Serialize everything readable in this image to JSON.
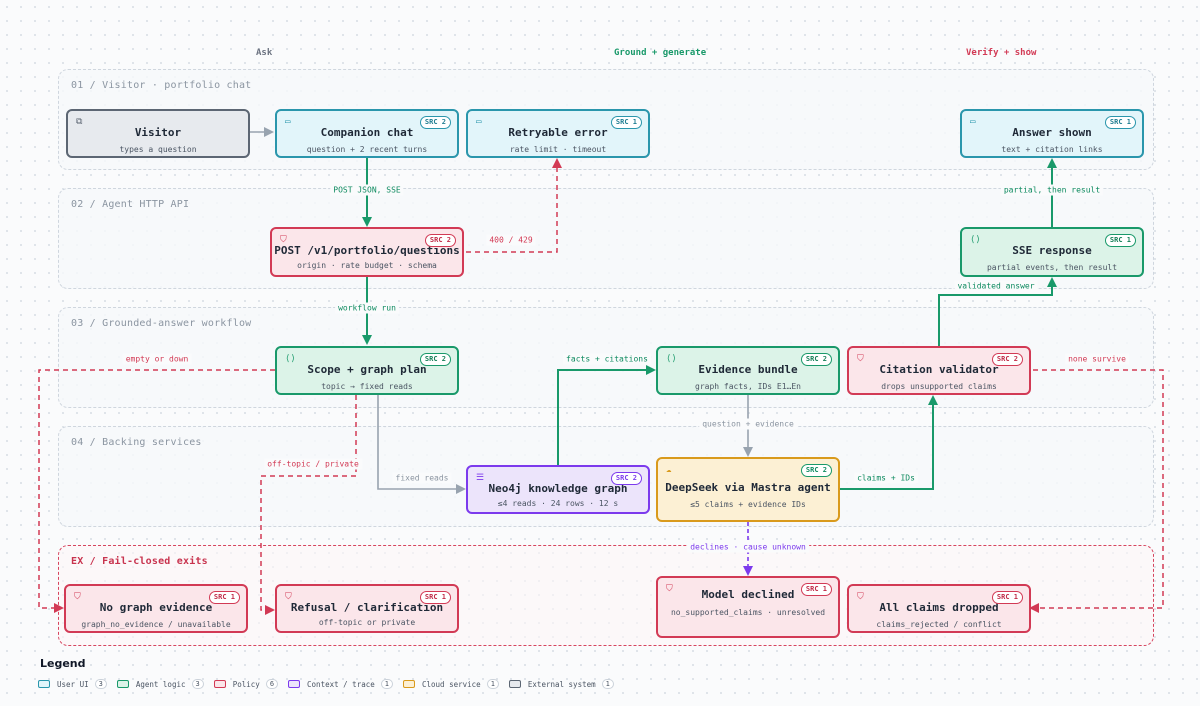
{
  "columns": {
    "ask": "Ask",
    "ground": "Ground + generate",
    "verify": "Verify + show"
  },
  "lanes": {
    "visitor": "01 / Visitor · portfolio chat",
    "api": "02 / Agent HTTP API",
    "workflow": "03 / Grounded-answer workflow",
    "backing": "04 / Backing services",
    "exits": "EX / Fail-closed exits"
  },
  "nodes": {
    "visitor": {
      "title": "Visitor",
      "sub": "types a question",
      "icon": "external-system-icon",
      "type": "external"
    },
    "companion": {
      "title": "Companion chat",
      "sub": "question + 2 recent turns",
      "badge": "SRC 2",
      "icon": "window-icon",
      "type": "user"
    },
    "retry": {
      "title": "Retryable error",
      "sub": "rate limit · timeout",
      "badge": "SRC 1",
      "icon": "window-icon",
      "type": "user"
    },
    "answer": {
      "title": "Answer shown",
      "sub": "text + citation links",
      "badge": "SRC 1",
      "icon": "window-icon",
      "type": "user"
    },
    "post": {
      "title": "POST /v1/portfolio/questions",
      "sub": "origin · rate budget · schema",
      "badge": "SRC 2",
      "icon": "shield-icon",
      "type": "policy"
    },
    "sse": {
      "title": "SSE response",
      "sub": "partial events, then result",
      "badge": "SRC 1",
      "icon": "code-icon",
      "type": "agent"
    },
    "scope": {
      "title": "Scope + graph plan",
      "sub": "topic → fixed reads",
      "badge": "SRC 2",
      "icon": "code-icon",
      "type": "agent"
    },
    "evidence": {
      "title": "Evidence bundle",
      "sub": "graph facts, IDs E1…En",
      "badge": "SRC 2",
      "icon": "code-icon",
      "type": "agent"
    },
    "validator": {
      "title": "Citation validator",
      "sub": "drops unsupported claims",
      "badge": "SRC 2",
      "icon": "shield-icon",
      "type": "policy"
    },
    "neo4j": {
      "title": "Neo4j knowledge graph",
      "sub": "≤4 reads · 24 rows · 12 s",
      "badge": "SRC 2",
      "icon": "database-icon",
      "type": "context"
    },
    "deepseek": {
      "title": "DeepSeek via Mastra agent",
      "sub": "≤5 claims + evidence IDs",
      "badge": "SRC 2",
      "icon": "cloud-icon",
      "type": "cloud"
    },
    "nograph": {
      "title": "No graph evidence",
      "sub": "graph_no_evidence / unavailable",
      "badge": "SRC 1",
      "icon": "shield-icon",
      "type": "policy"
    },
    "refusal": {
      "title": "Refusal / clarification",
      "sub": "off-topic or private",
      "badge": "SRC 1",
      "icon": "shield-icon",
      "type": "policy"
    },
    "declined": {
      "title": "Model declined",
      "sub": "no_supported_claims · unresolved",
      "badge": "SRC 1",
      "icon": "shield-icon",
      "type": "policy"
    },
    "dropped": {
      "title": "All claims dropped",
      "sub": "claims_rejected / conflict",
      "badge": "SRC 1",
      "icon": "shield-icon",
      "type": "policy"
    }
  },
  "edges": {
    "post_json": "POST JSON, SSE",
    "status_400_429": "400 / 429",
    "partial_result": "partial, then result",
    "validated_answer": "validated answer",
    "workflow_run": "workflow run",
    "empty_down": "empty or down",
    "facts_citations": "facts + citations",
    "none_survive": "none survive",
    "question_evidence": "question + evidence",
    "off_topic": "off-topic / private",
    "fixed_reads": "fixed reads",
    "claims_ids": "claims + IDs",
    "declines": "declines · cause unknown"
  },
  "legend": {
    "title": "Legend",
    "items": [
      {
        "label": "User UI",
        "count": "3",
        "color": "#2a96ac"
      },
      {
        "label": "Agent logic",
        "count": "3",
        "color": "#19996a"
      },
      {
        "label": "Policy",
        "count": "6",
        "color": "#d23a55"
      },
      {
        "label": "Context / trace",
        "count": "1",
        "color": "#7c3aed"
      },
      {
        "label": "Cloud service",
        "count": "1",
        "color": "#d99a1c"
      },
      {
        "label": "External system",
        "count": "1",
        "color": "#5c6673"
      }
    ]
  },
  "colors": {
    "user": "#2a96ac",
    "agent": "#19996a",
    "policy": "#d23a55",
    "context": "#7c3aed",
    "cloud": "#d99a1c",
    "external": "#5c6673",
    "wire_grey": "#98a3af"
  }
}
